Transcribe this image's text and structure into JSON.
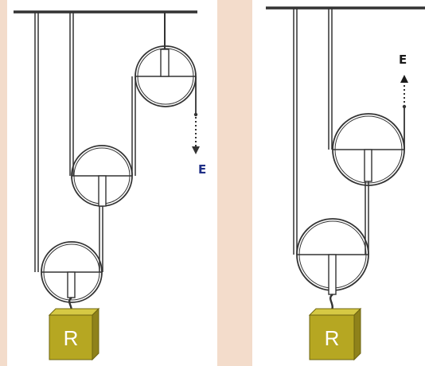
{
  "figures": [
    {
      "id": "left",
      "effort_label": "E",
      "effort_direction": "down",
      "pulley_count": 3,
      "load_label": "R"
    },
    {
      "id": "right",
      "effort_label": "E",
      "effort_direction": "up",
      "pulley_count": 2,
      "load_label": "R"
    }
  ],
  "colors": {
    "background": "#f3dccb",
    "panel": "#ffffff",
    "line": "#333333",
    "effort_label_left": "#1f2f86",
    "effort_label_right": "#1a1a1a",
    "load_fill": "#b6a722",
    "load_side": "#8f821a"
  }
}
